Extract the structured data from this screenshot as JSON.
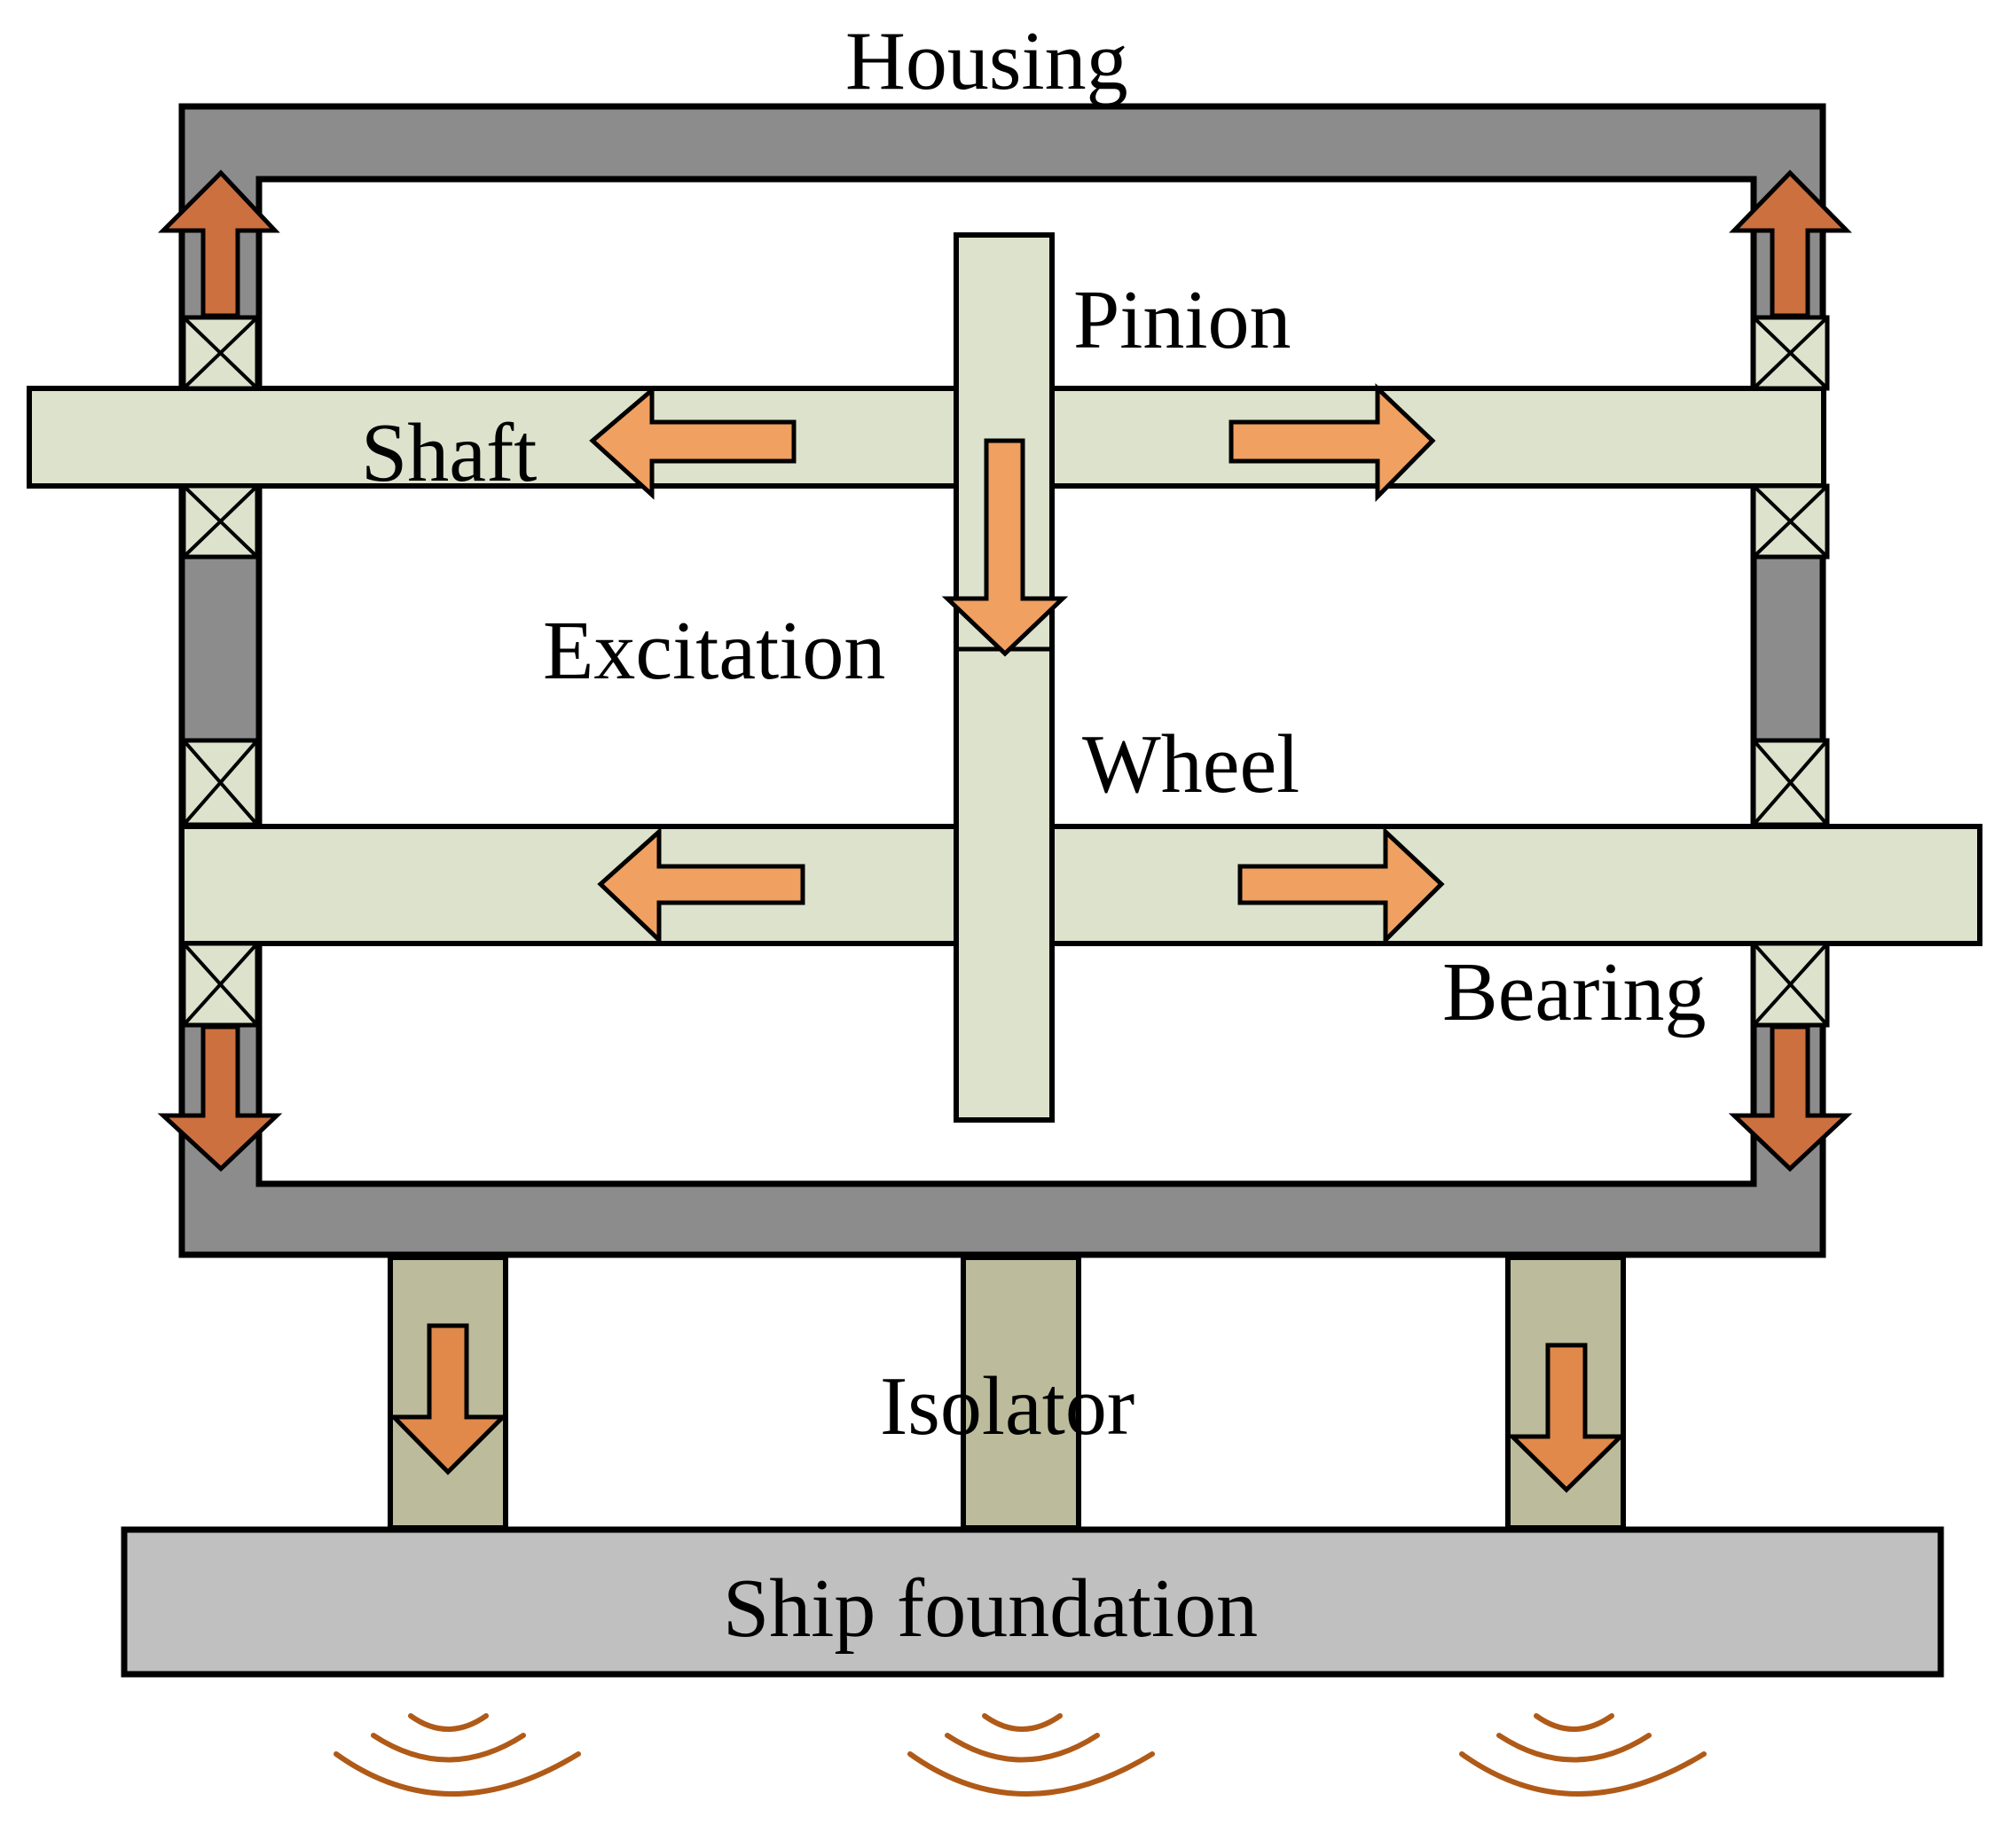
{
  "labels": {
    "housing": "Housing",
    "pinion": "Pinion",
    "shaft": "Shaft",
    "excitation": "Excitation",
    "wheel": "Wheel",
    "bearing": "Bearing",
    "isolator": "Isolator",
    "ship_foundation": "Ship foundation"
  },
  "colors": {
    "housing": "#8c8c8c",
    "shaft": "#dde2cc",
    "bearing": "#dde2cc",
    "isolator": "#bcbc9c",
    "foundation": "#c0c0c0",
    "arrow_light": "#f0a060",
    "arrow_medium": "#e0894a",
    "arrow_dark": "#cc7040",
    "wave": "#b05a18",
    "outline": "#000000"
  }
}
